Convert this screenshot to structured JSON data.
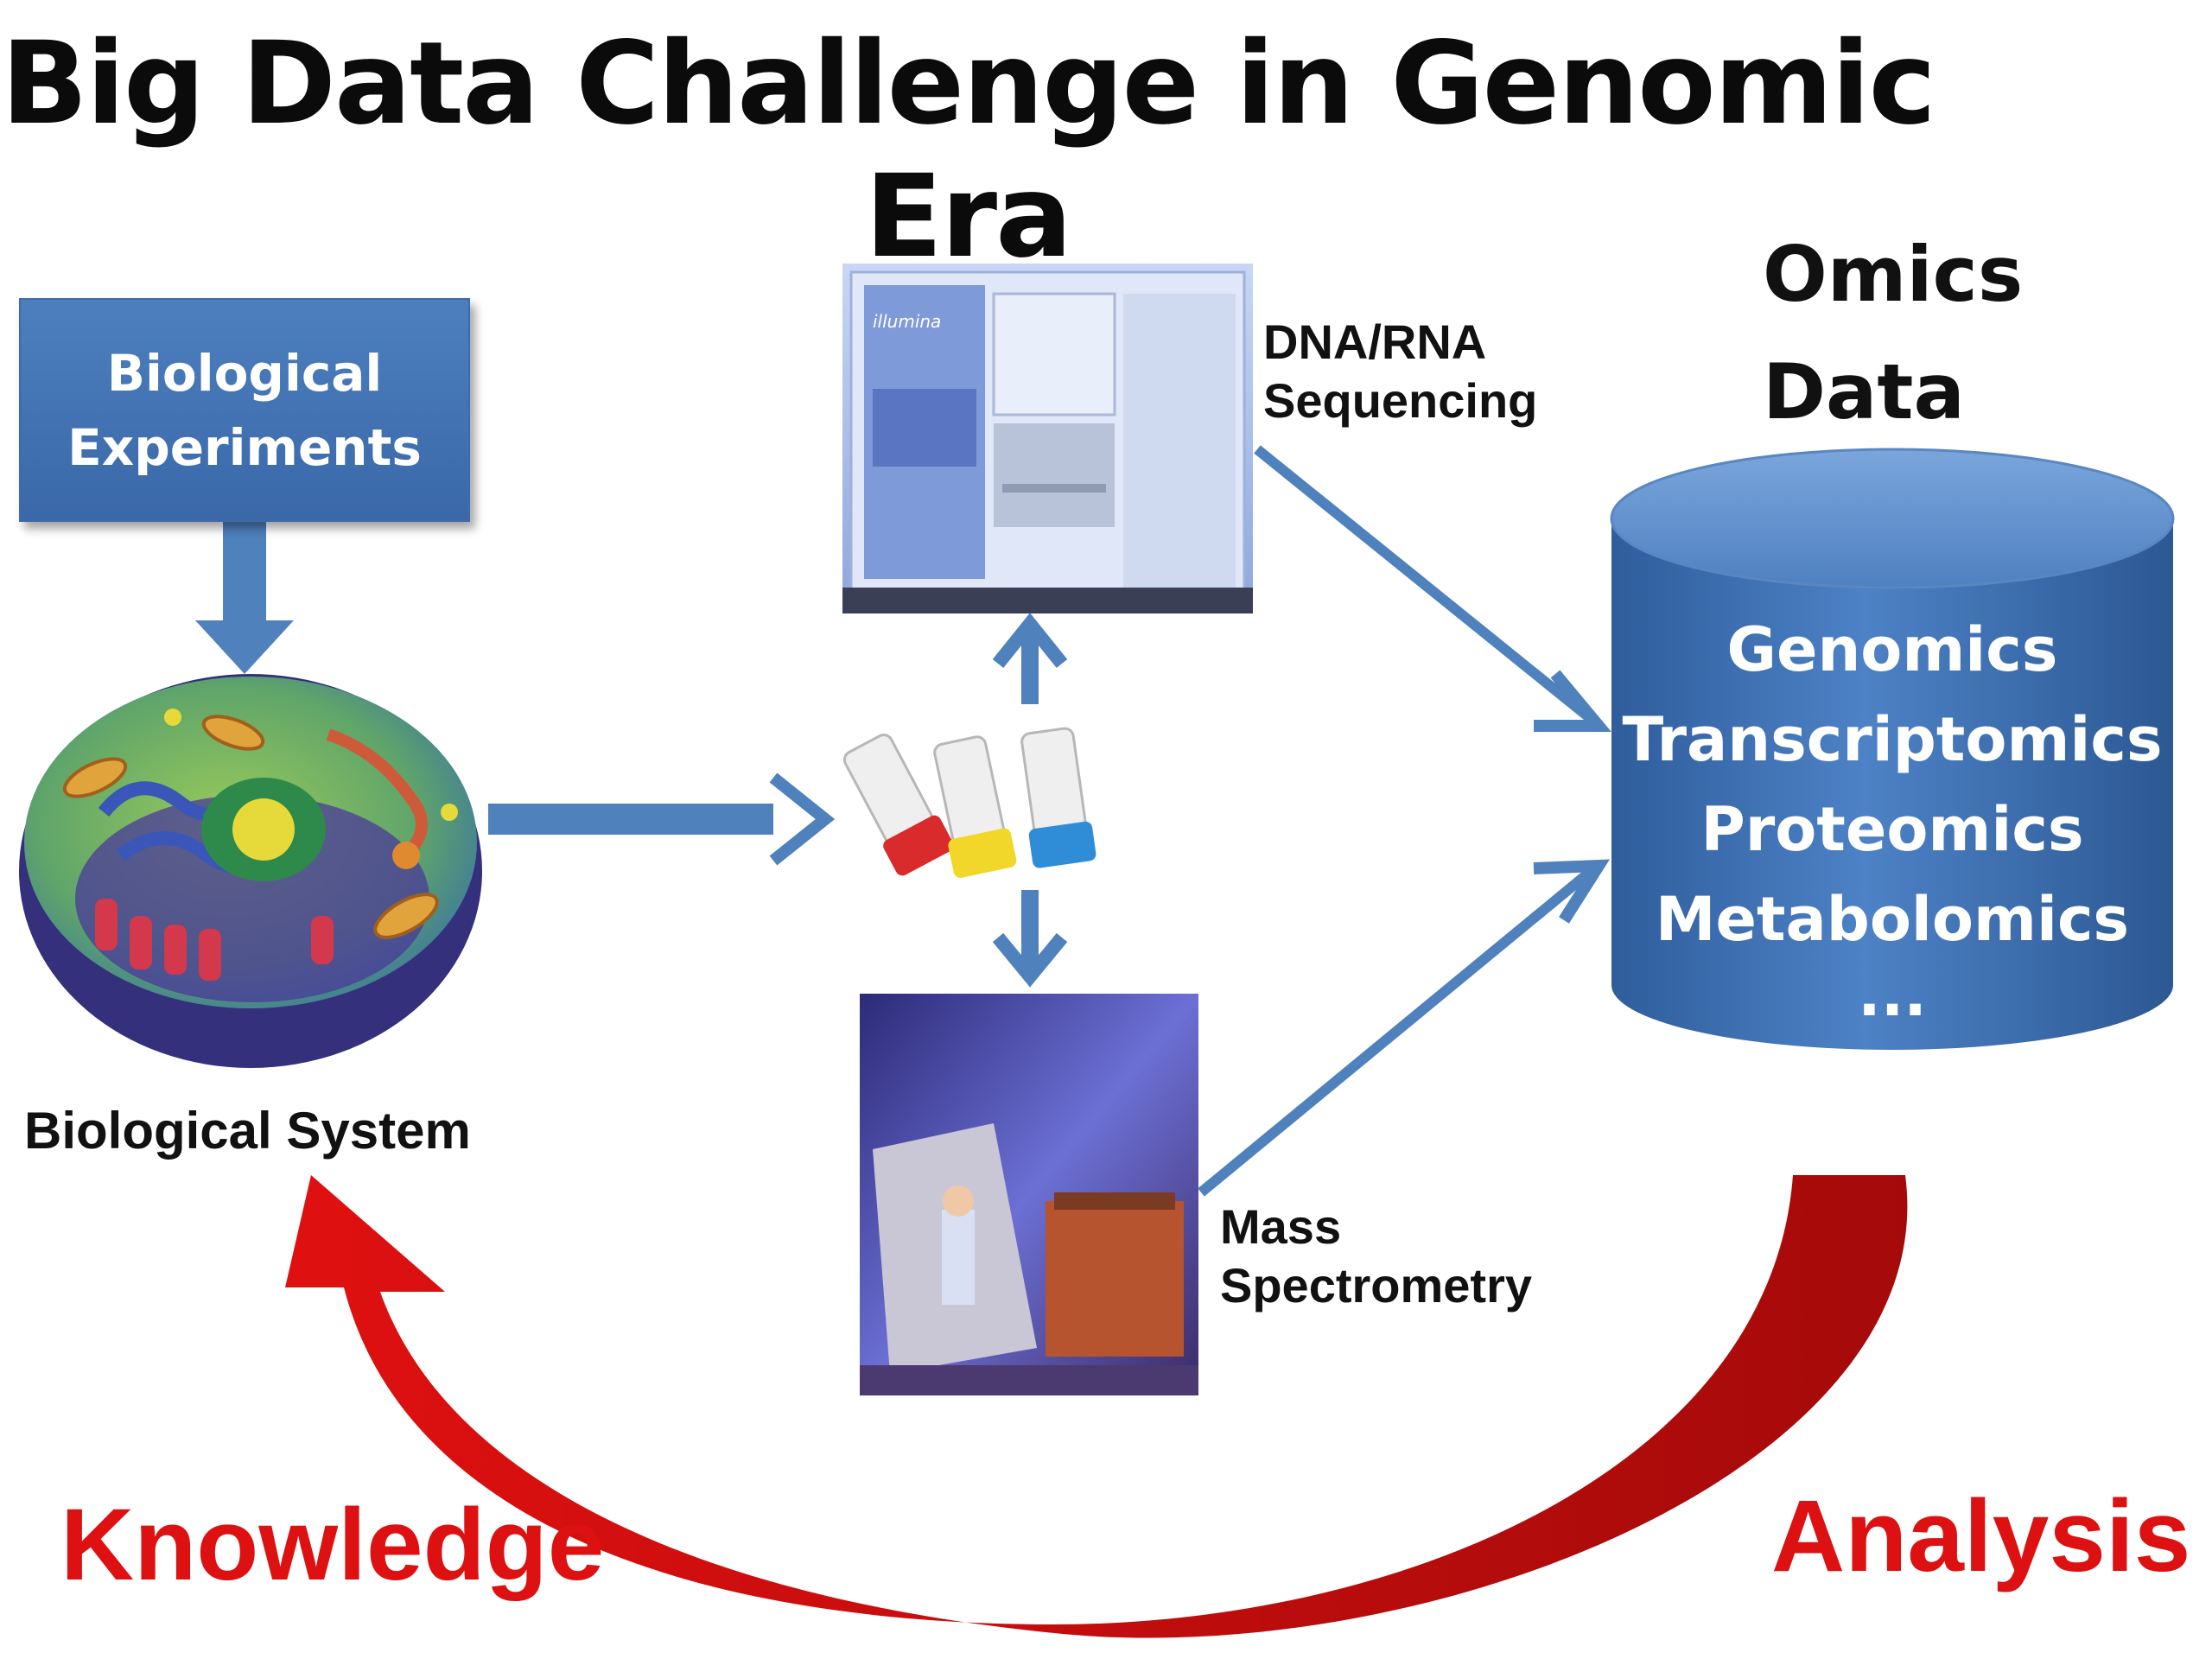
{
  "title": "Big Data Challenge in Genomic Era",
  "experiments_box": {
    "line1": "Biological",
    "line2": "Experiments"
  },
  "biological_system_label": "Biological System",
  "sequencer": {
    "label_line1": "DNA/RNA",
    "label_line2": "Sequencing",
    "brand_text": "illumina"
  },
  "mass_spec": {
    "label_line1": "Mass",
    "label_line2": "Spectrometry"
  },
  "omics": {
    "title_line1": "Omics",
    "title_line2": "Data",
    "items": [
      "Genomics",
      "Transcriptomics",
      "Proteomics",
      "Metabolomics",
      "..."
    ]
  },
  "knowledge_label": "Knowledge",
  "analysis_label": "Analysis",
  "colors": {
    "arrow_blue": "#4f81bd",
    "cycle_red": "#cc1111",
    "db_blue": "#3d6fb6"
  }
}
